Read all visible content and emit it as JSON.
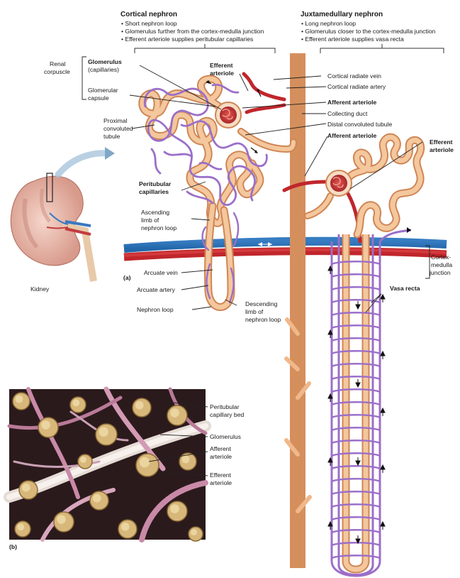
{
  "header_left": {
    "title": "Cortical nephron",
    "bullets": [
      "• Short nephron loop",
      "• Glomerulus further from the cortex-medulla junction",
      "• Efferent arteriole supplies peritubular capillaries"
    ]
  },
  "header_right": {
    "title": "Juxtamedullary nephron",
    "bullets": [
      "• Long nephron loop",
      "• Glomerulus closer to the cortex-medulla junction",
      "• Efferent arteriole supplies vasa recta"
    ]
  },
  "labels": {
    "renal": "Renal",
    "corpuscle": "corpuscle",
    "glomerulus": "Glomerulus",
    "capillaries_paren": "(capillaries)",
    "glomerular": "Glomerular",
    "capsule": "capsule",
    "proximal": "Proximal",
    "convoluted": "convoluted",
    "tubule": "tubule",
    "efferent_top": "Efferent",
    "arteriole_top": "arteriole",
    "peritubular": "Peritubular",
    "capillaries": "capillaries",
    "ascending": "Ascending",
    "limb_of": "limb of",
    "nephron_loop_asc": "nephron loop",
    "arcuate_vein": "Arcuate vein",
    "arcuate_artery": "Arcuate artery",
    "nephron_loop": "Nephron loop",
    "descending": "Descending",
    "limb_of_2": "limb of",
    "nephron_loop_desc": "nephron loop",
    "cortical_radiate_vein": "Cortical radiate vein",
    "cortical_radiate_artery": "Cortical radiate artery",
    "afferent_arteriole_1": "Afferent arteriole",
    "collecting_duct": "Collecting duct",
    "distal_convoluted_tubule": "Distal convoluted tubule",
    "afferent_arteriole_2": "Afferent arteriole",
    "efferent_right": "Efferent",
    "arteriole_right": "arteriole",
    "cortex": "Cortex-",
    "medulla": "medulla",
    "junction": "junction",
    "vasa_recta": "Vasa recta",
    "kidney": "Kidney",
    "panel_a": "(a)",
    "panel_b": "(b)",
    "micro_peritubular": "Peritubular",
    "micro_capillary_bed": "capillary bed",
    "micro_glomerulus": "Glomerulus",
    "micro_afferent": "Afferent",
    "micro_arteriole_1": "arteriole",
    "micro_efferent": "Efferent",
    "micro_arteriole_2": "arteriole"
  },
  "colors": {
    "vein": "#2a6fb5",
    "artery": "#c0262b",
    "tubule": "#f2b98a",
    "capillary": "#9b6fc9",
    "kidney": "#e9b6a8"
  }
}
